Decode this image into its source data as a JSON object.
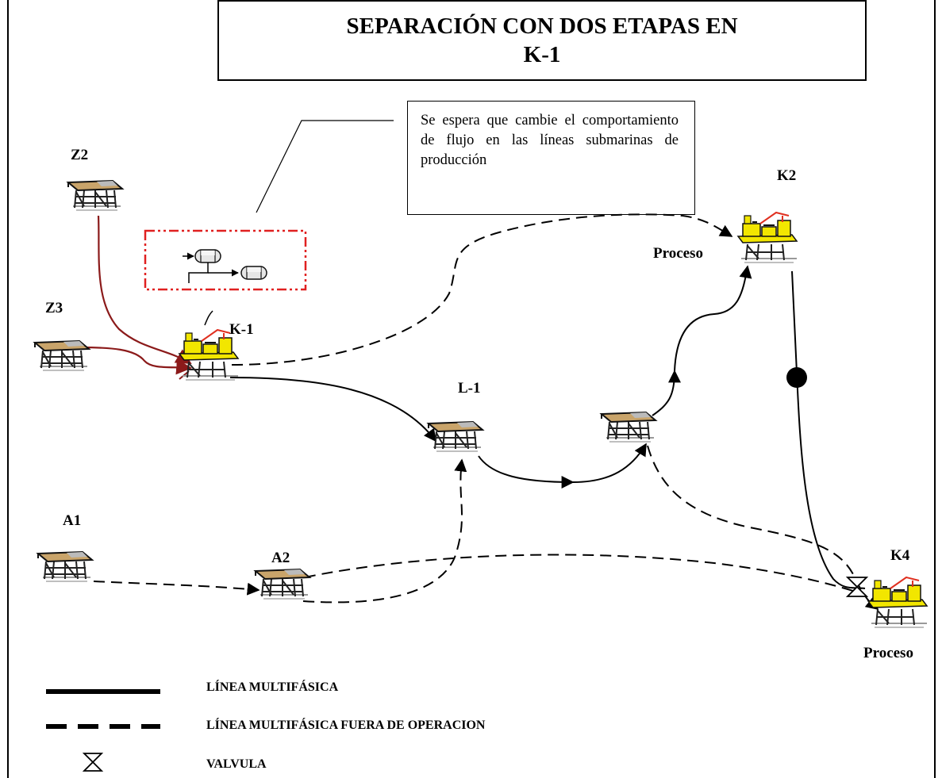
{
  "title": {
    "line1": "SEPARACIÓN CON DOS ETAPAS EN",
    "line2": "K-1"
  },
  "note": "Se espera que cambie el comportamiento de flujo en las líneas submarinas de producción",
  "platforms": {
    "z2": "Z2",
    "z3": "Z3",
    "k1": "K-1",
    "l1": "L-1",
    "k2": "K2",
    "k2_process": "Proceso",
    "a1": "A1",
    "a2": "A2",
    "k4": "K4",
    "k4_process": "Proceso"
  },
  "legend": {
    "solid": "LÍNEA MULTIFÁSICA",
    "dashed": "LÍNEA MULTIFÁSICA FUERA DE OPERACION",
    "valve": "VALVULA"
  },
  "colors": {
    "red_line": "#8b1a1a",
    "callout_border": "#e02020",
    "deck": "#c9a46a",
    "yellow_platform": "#f2e600"
  }
}
